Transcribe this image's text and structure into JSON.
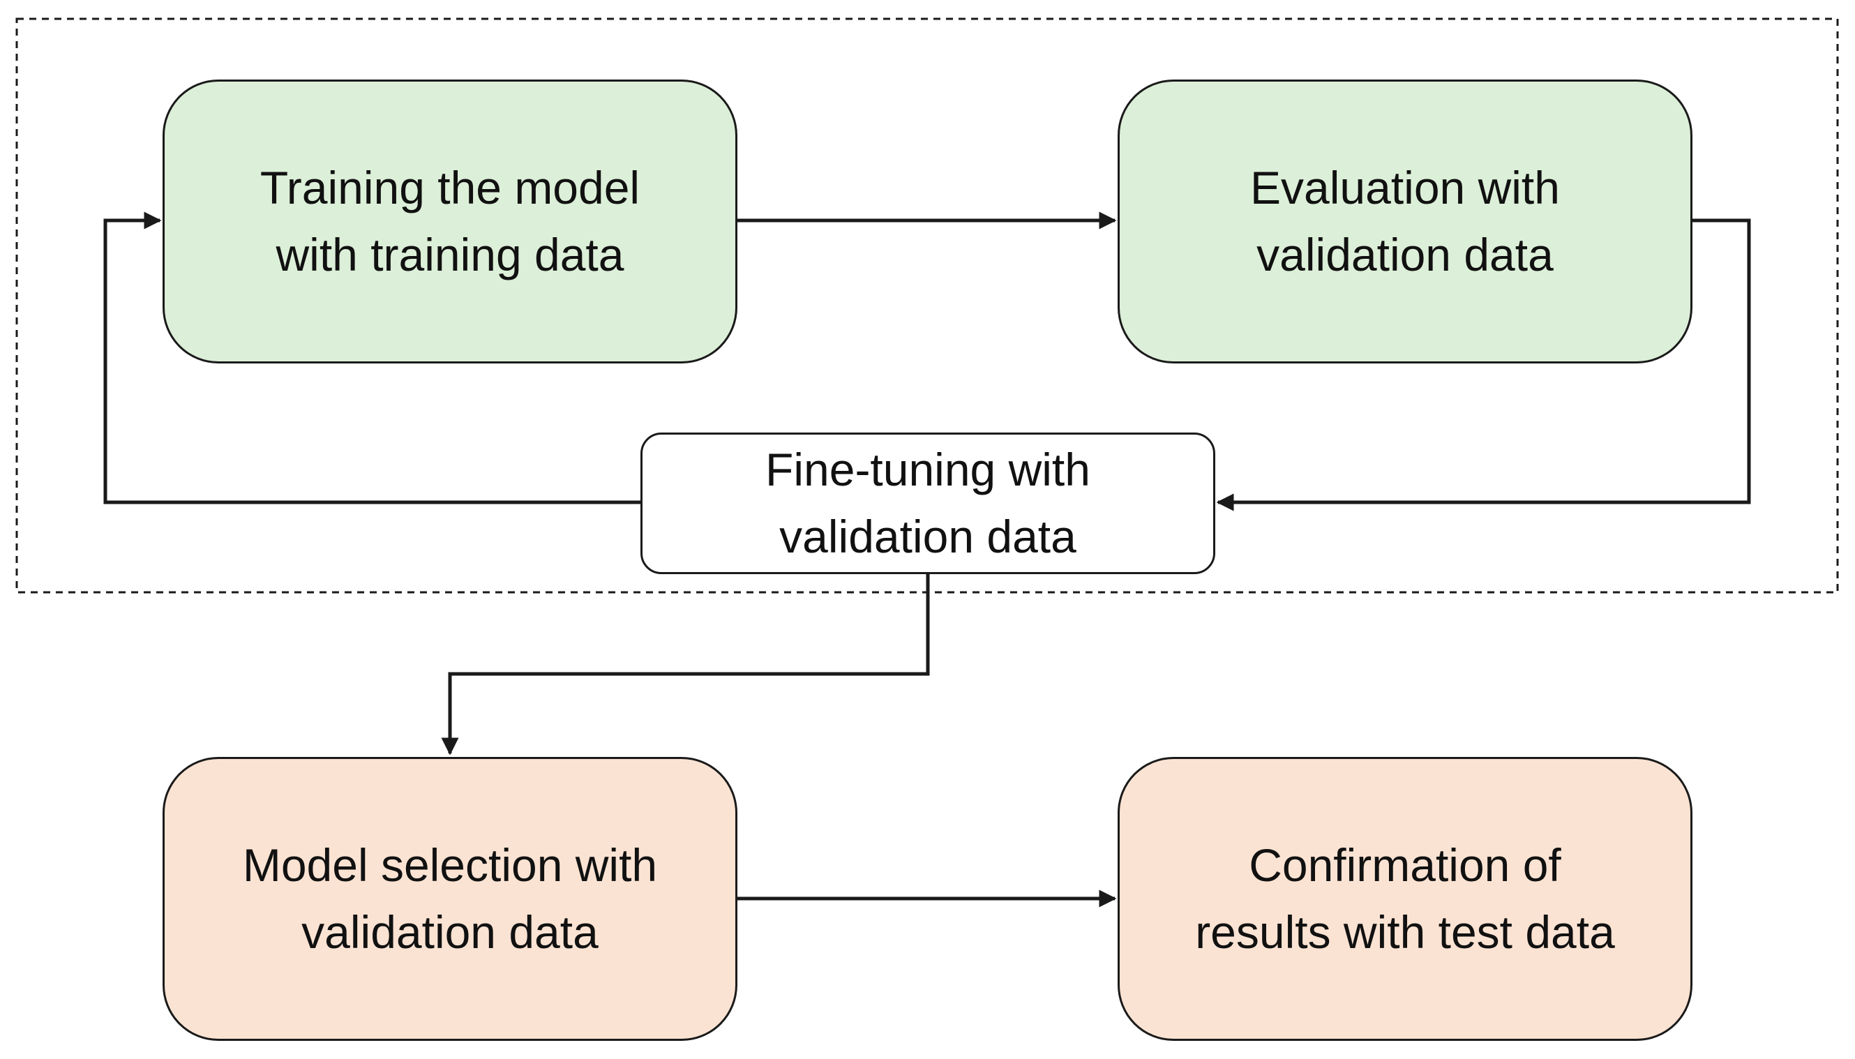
{
  "diagram": {
    "colors": {
      "training_phase_fill": "#dcefd8",
      "testing_phase_fill": "#fbe3d3",
      "neutral_fill": "#ffffff",
      "stroke": "#1a1a1a"
    },
    "nodes": {
      "training": {
        "lines": [
          "Training the model",
          "with training data"
        ]
      },
      "evaluation": {
        "lines": [
          "Evaluation with",
          "validation data"
        ]
      },
      "finetune": {
        "lines": [
          "Fine-tuning with",
          "validation data"
        ]
      },
      "selection": {
        "lines": [
          "Model selection with",
          "validation data"
        ]
      },
      "confirmation": {
        "lines": [
          "Confirmation of",
          "results with test data"
        ]
      }
    }
  }
}
